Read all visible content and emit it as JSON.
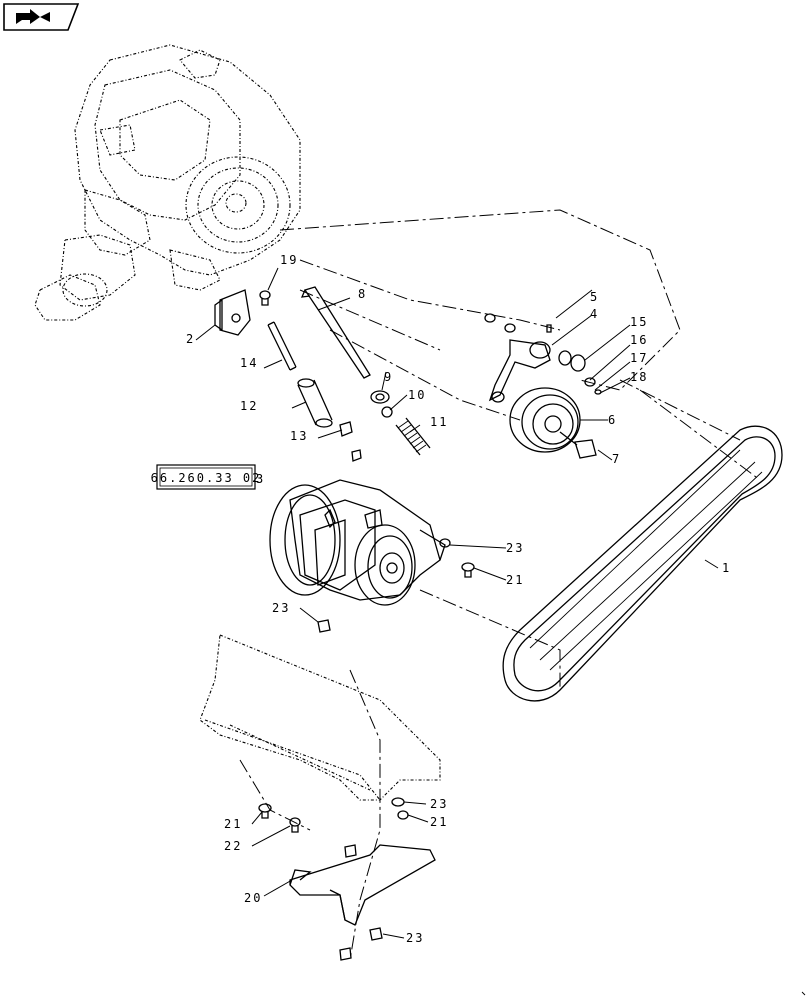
{
  "nav": {
    "back_icon": "back-arrow-icon"
  },
  "reference": {
    "text": "66.260.33 02"
  },
  "callouts": [
    {
      "id": "1",
      "text": "1"
    },
    {
      "id": "2",
      "text": "2"
    },
    {
      "id": "3",
      "text": "3"
    },
    {
      "id": "4",
      "text": "4"
    },
    {
      "id": "5",
      "text": "5"
    },
    {
      "id": "6",
      "text": "6"
    },
    {
      "id": "7",
      "text": "7"
    },
    {
      "id": "8",
      "text": "8"
    },
    {
      "id": "9",
      "text": "9"
    },
    {
      "id": "10",
      "text": "10"
    },
    {
      "id": "11",
      "text": "11"
    },
    {
      "id": "12",
      "text": "12"
    },
    {
      "id": "13",
      "text": "13"
    },
    {
      "id": "14",
      "text": "14"
    },
    {
      "id": "15",
      "text": "15"
    },
    {
      "id": "16",
      "text": "16"
    },
    {
      "id": "17",
      "text": "17"
    },
    {
      "id": "18",
      "text": "18"
    },
    {
      "id": "19",
      "text": "19"
    },
    {
      "id": "20",
      "text": "20"
    },
    {
      "id": "21a",
      "text": "21"
    },
    {
      "id": "21b",
      "text": "21"
    },
    {
      "id": "21c",
      "text": "21"
    },
    {
      "id": "22",
      "text": "22"
    },
    {
      "id": "23a",
      "text": "23"
    },
    {
      "id": "23b",
      "text": "23"
    },
    {
      "id": "23c",
      "text": "23"
    },
    {
      "id": "23d",
      "text": "23"
    }
  ]
}
